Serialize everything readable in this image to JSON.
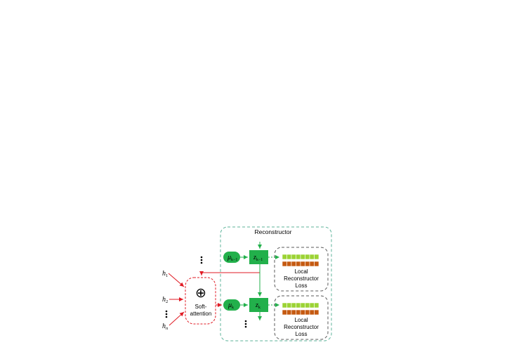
{
  "reconstructor": {
    "title": "Reconstructor"
  },
  "attention": {
    "symbol": "⊕",
    "label_line1": "Soft-",
    "label_line2": "attention"
  },
  "inputs": [
    {
      "base": "h",
      "sub": "1"
    },
    {
      "base": "h",
      "sub": "2"
    },
    {
      "base": "h",
      "sub": "n"
    }
  ],
  "nodes": {
    "mu_prev": {
      "base": "μ",
      "sub": "k−1"
    },
    "mu_curr": {
      "base": "μ",
      "sub": "k"
    },
    "z_prev": {
      "base": "z",
      "sub": "k−1"
    },
    "z_curr": {
      "base": "z",
      "sub": "k"
    }
  },
  "loss": {
    "line1": "Local",
    "line2": "Reconstructor",
    "line3": "Loss"
  },
  "colors": {
    "green_dark": "#22b04b",
    "green_light": "#9bd334",
    "brown": "#c55a11",
    "red": "#e01b24",
    "teal_dash": "#5cb39a",
    "gray_dash": "#595959"
  }
}
